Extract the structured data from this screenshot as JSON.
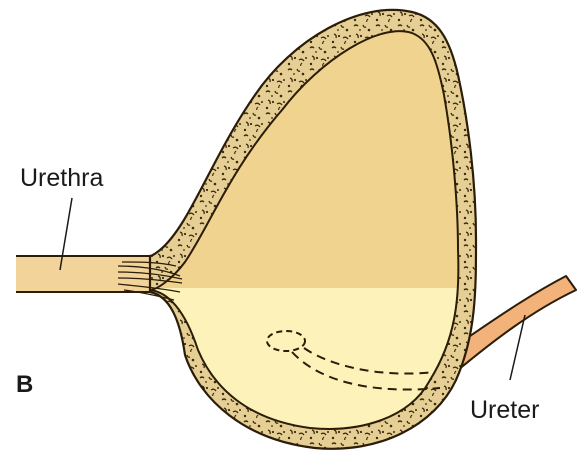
{
  "panel_letter": "B",
  "labels": {
    "urethra": "Urethra",
    "ureter": "Ureter"
  },
  "colors": {
    "wall_fill": "#e6cf95",
    "wall_speckle": "#3a2a10",
    "outline": "#2b1d08",
    "upper_contents": "#efd38f",
    "lower_contents": "#fdf3ba",
    "urethra_fill": "#f2d39a",
    "ureter_fill": "#f2b27a",
    "label_text": "#1a1a1a"
  }
}
